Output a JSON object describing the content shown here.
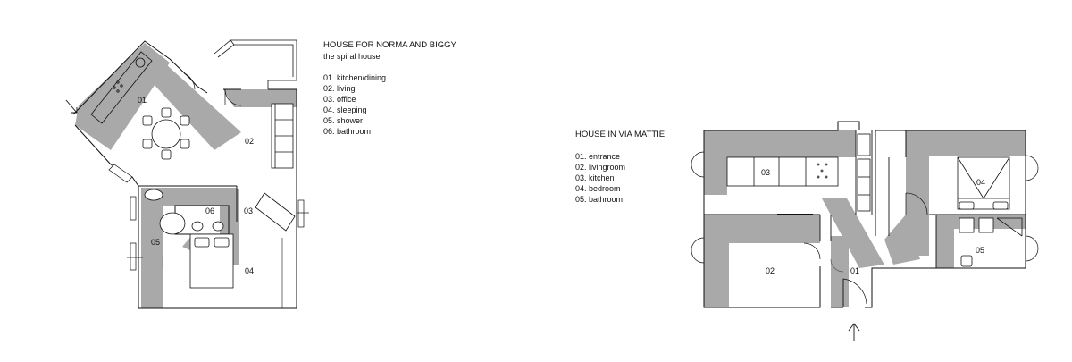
{
  "plan1": {
    "title": "HOUSE FOR NORMA AND BIGGY",
    "subtitle": "the spiral house",
    "legend": [
      "01. kitchen/dining",
      "02. living",
      "03. office",
      "04. sleeping",
      "05. shower",
      "06. bathroom"
    ],
    "room_labels": [
      "01",
      "02",
      "03",
      "04",
      "05",
      "06"
    ]
  },
  "plan2": {
    "title": "HOUSE IN VIA MATTIE",
    "legend": [
      "01. entrance",
      "02. livingroom",
      "03. kitchen",
      "04. bedroom",
      "05. bathroom"
    ],
    "room_labels": [
      "01",
      "02",
      "03",
      "04",
      "05"
    ]
  },
  "colors": {
    "circulation": "#a9a9a9",
    "walls": "#111111",
    "background": "#ffffff"
  }
}
